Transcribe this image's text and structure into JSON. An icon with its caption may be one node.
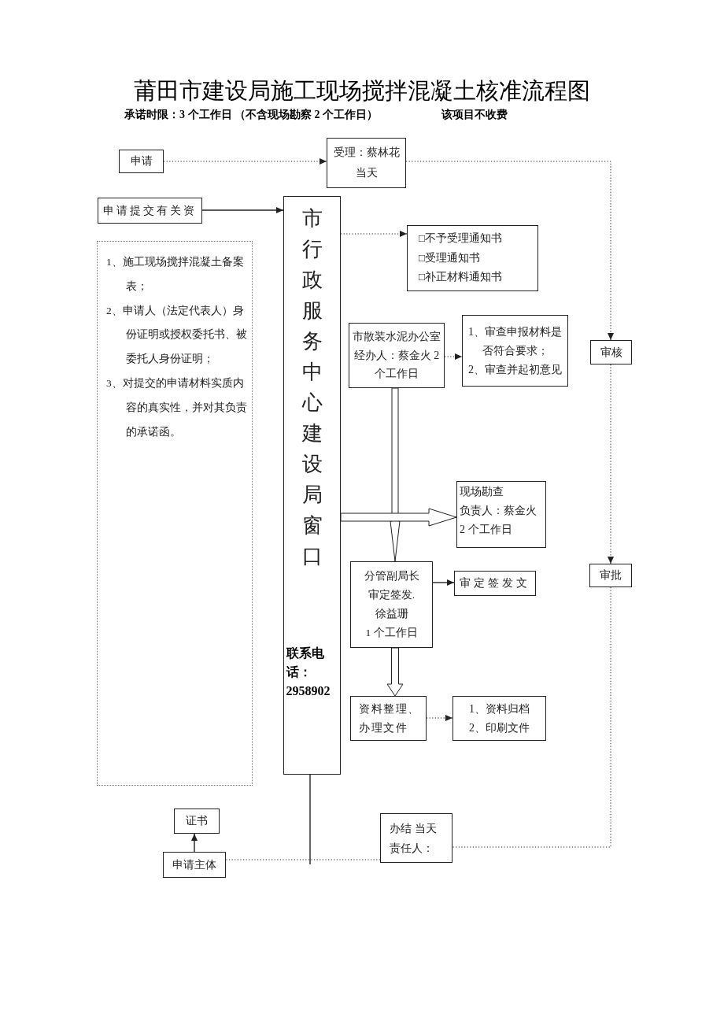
{
  "diagram": {
    "title": "莆田市建设局施工现场搅拌混凝土核准流程图",
    "nodes": [
      {
        "text": [
          "申请"
        ]
      },
      {
        "text": [
          "受理：蔡林花",
          "当天"
        ]
      },
      {
        "text": [
          "申请提交有关资"
        ]
      },
      {
        "text": [
          "市行政服务中心建设局窗口",
          "联系电话：2958902"
        ]
      },
      {
        "text": [
          "1、施工现场搅拌混凝土备案表；",
          "2、申请人（法定代表人）身份证明或授权委托书、被委托人身份证明；",
          "3、对提交的申请材料实质内容的真实性，并对其负责的承诺函。"
        ]
      },
      {
        "text": [
          "□不予受理通知书",
          "□受理通知书",
          "□补正材料通知书"
        ]
      },
      {
        "text": [
          "审核"
        ]
      },
      {
        "text": [
          "市散装水泥办公室",
          "经办人：蔡金火 2",
          "个工作日"
        ]
      },
      {
        "text": [
          "1、审查申报材料是否符合要求；",
          "2、审查并起初意见"
        ]
      },
      {
        "text": [
          "现场勘查",
          "负责人：蔡金火",
          "2 个工作日"
        ]
      },
      {
        "text": [
          "分管副局长",
          "审定签发.",
          "徐益珊",
          "1 个工作日"
        ]
      },
      {
        "text": [
          "审定签发文"
        ]
      },
      {
        "text": [
          "审批"
        ]
      },
      {
        "text": [
          "资料整理、办理文件"
        ]
      },
      {
        "text": [
          "1、资料归档",
          "2、印刷文件"
        ]
      },
      {
        "text": [
          "证书"
        ]
      },
      {
        "text": [
          "办结 当天",
          "责任人："
        ]
      },
      {
        "text": [
          "申请主体"
        ]
      }
    ],
    "edges": [
      {
        "from": 0,
        "to": 1,
        "arrow": "to",
        "style": "dashed"
      },
      {
        "from": 1,
        "to": 6,
        "arrow": "to",
        "style": "dashed"
      },
      {
        "from": 2,
        "to": 3,
        "arrow": "to"
      },
      {
        "from": 3,
        "to": 5,
        "arrow": "to",
        "style": "dashed"
      },
      {
        "from": 7,
        "to": 8,
        "arrow": "to",
        "style": "dashed"
      },
      {
        "from": 3,
        "to": 9,
        "arrow": "to",
        "style": "thick"
      },
      {
        "from": 7,
        "to": 10,
        "arrow": "to",
        "style": "thick"
      },
      {
        "from": 10,
        "to": 11,
        "arrow": "to"
      },
      {
        "from": 10,
        "to": 13,
        "arrow": "to",
        "style": "thick"
      },
      {
        "from": 13,
        "to": 14,
        "arrow": "to",
        "style": "dashed"
      },
      {
        "from": 6,
        "to": 12,
        "arrow": "to",
        "style": "dashed"
      },
      {
        "from": 12,
        "to": 16,
        "arrow": "none",
        "style": "dashed"
      },
      {
        "from": 16,
        "to": 17,
        "arrow": "none",
        "style": "dashed"
      },
      {
        "from": 3,
        "to": null,
        "arrow": "none"
      },
      {
        "from": 17,
        "to": 15,
        "arrow": "to"
      }
    ],
    "labels": [
      "承诺时限：3 个工作日 （不含现场勘察 2 个工作日）",
      "该项目不收费"
    ]
  }
}
